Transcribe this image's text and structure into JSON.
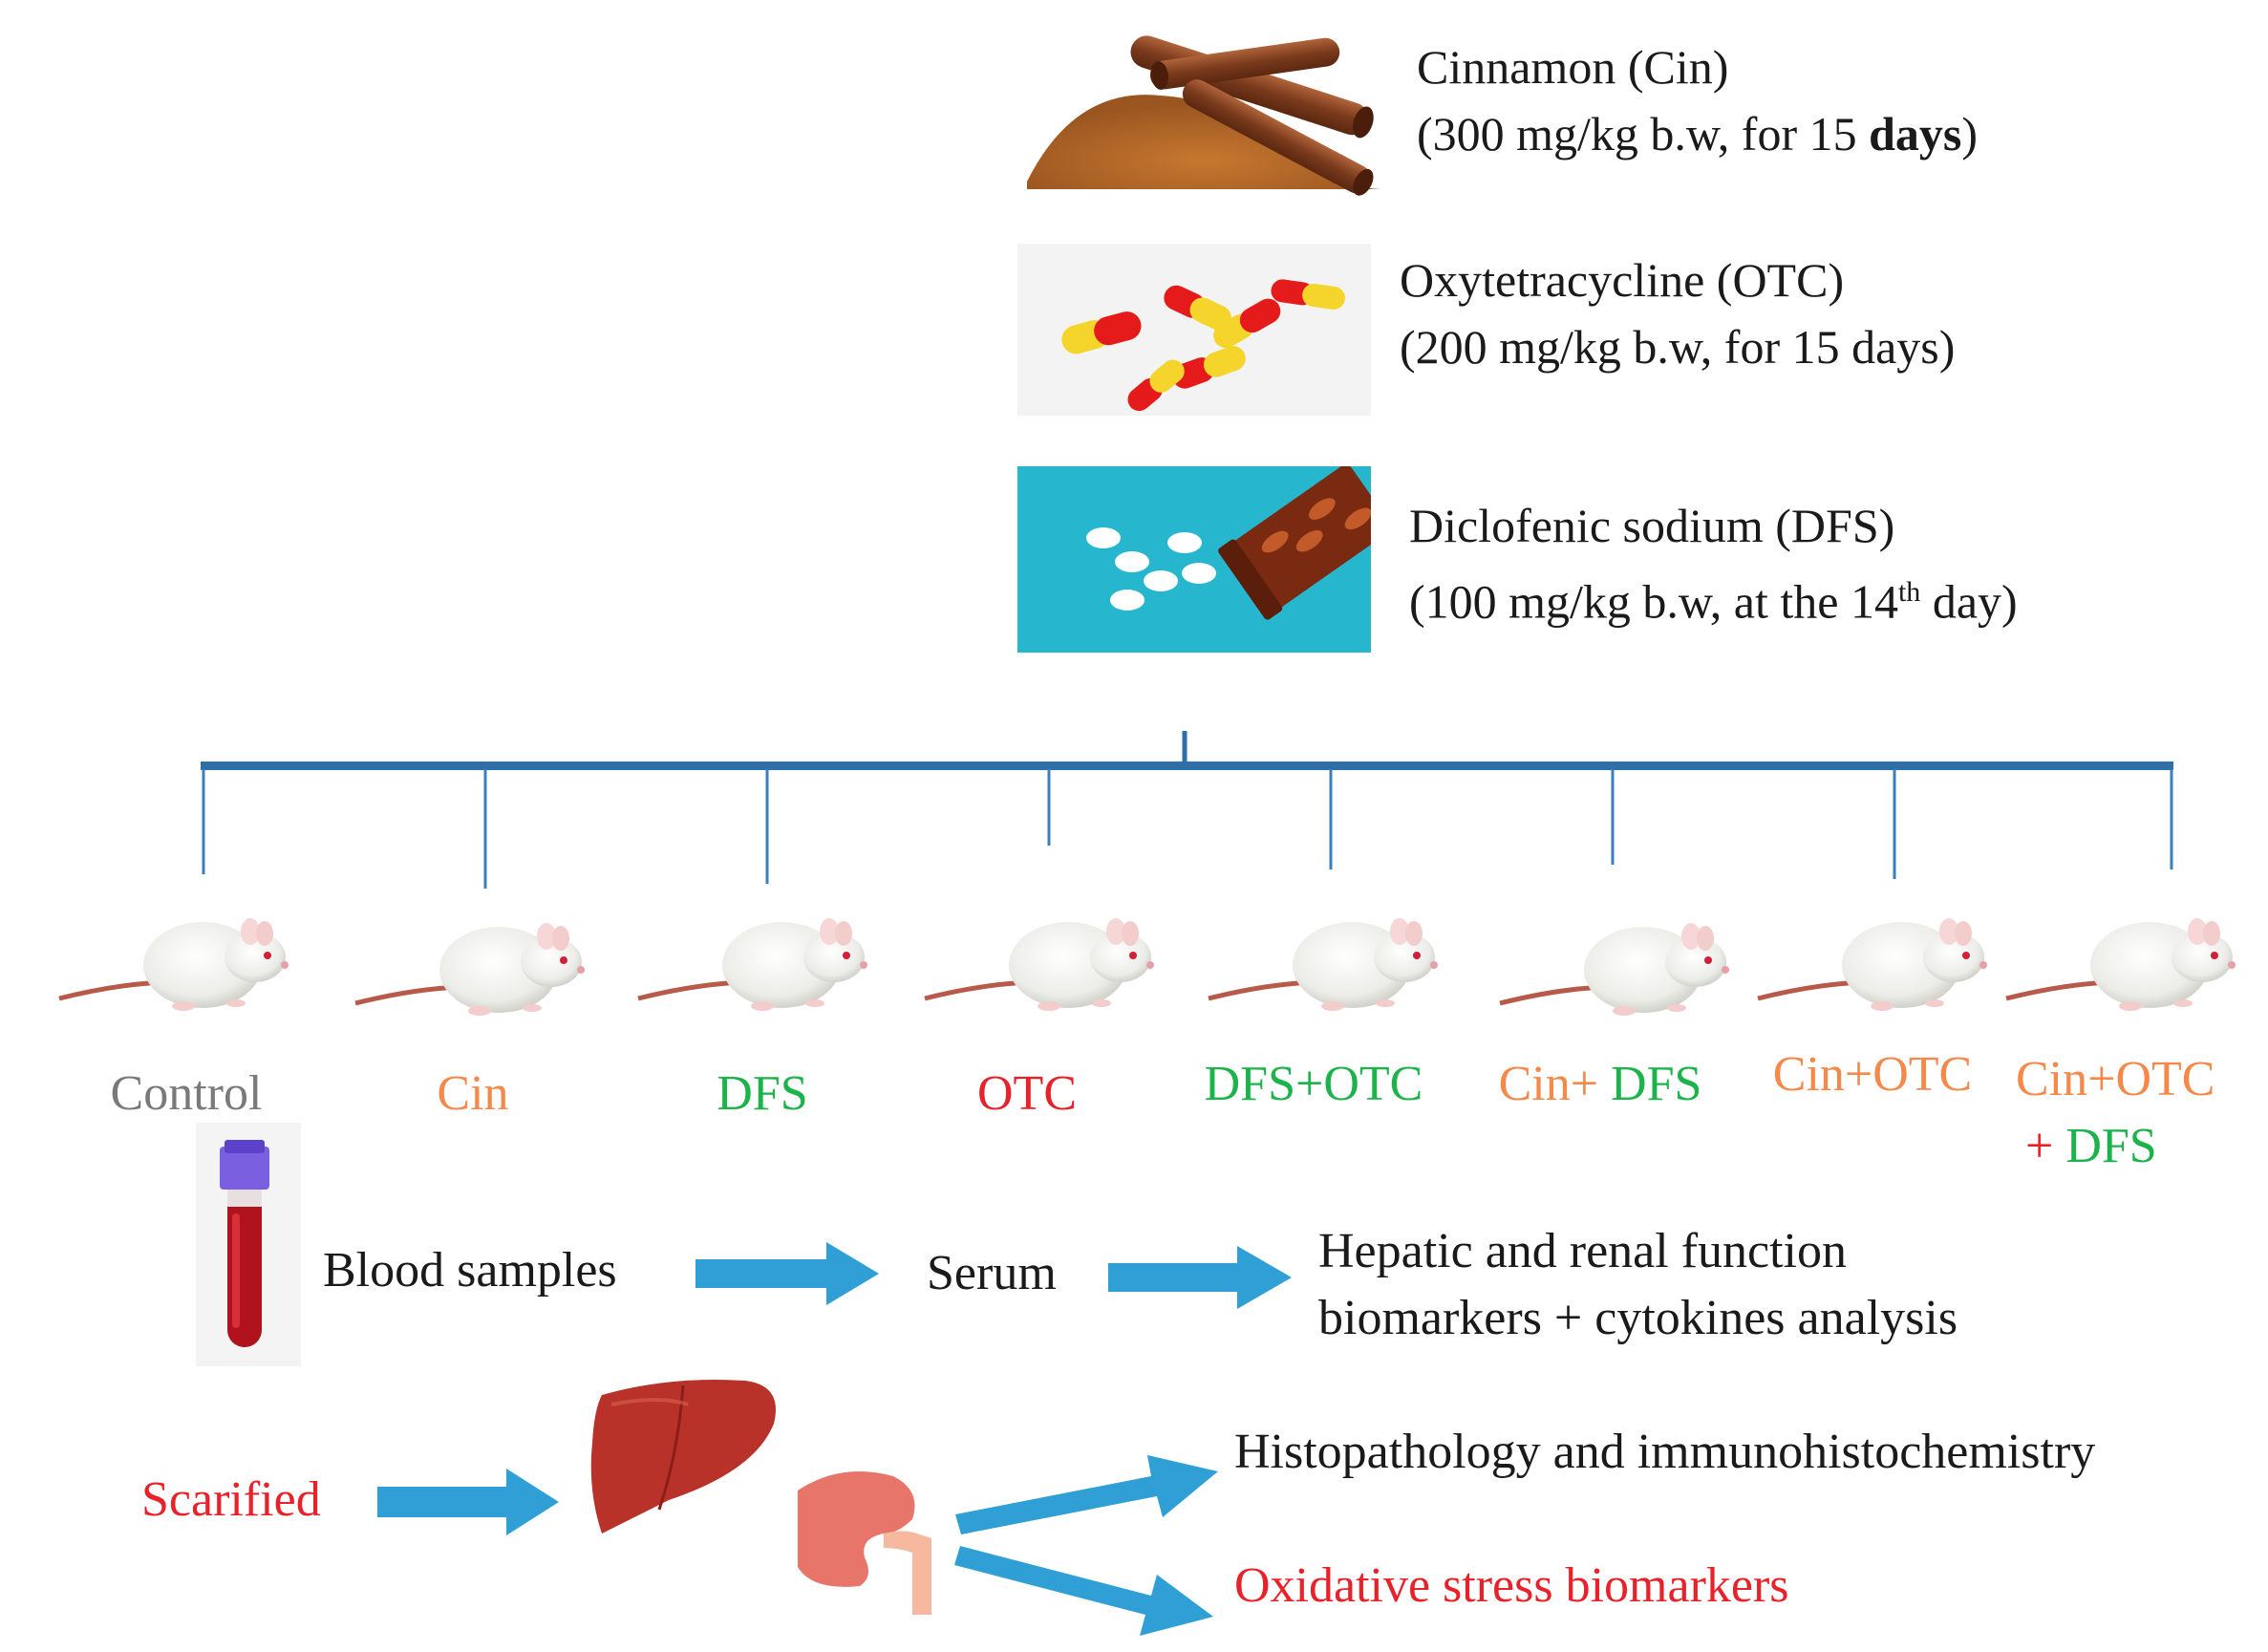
{
  "treatments": [
    {
      "name": "Cinnamon (Cin)",
      "dose_prefix": " (300 mg/kg b.w, for 15 ",
      "dose_bold": "days",
      "dose_suffix": ")"
    },
    {
      "name": "Oxytetracycline (OTC)",
      "dose": "(200 mg/kg b.w,  for 15 days)"
    },
    {
      "name": "Diclofenic sodium (DFS)",
      "dose_prefix": "(100 mg/kg b.w, at the 14",
      "dose_sup": "th",
      "dose_suffix": " day)"
    }
  ],
  "groups": {
    "control": "Control",
    "cin": "Cin",
    "dfs": "DFS",
    "otc": "OTC",
    "dfs_otc": {
      "part1": "DFS",
      "part2": "+OTC"
    },
    "cin_dfs": {
      "part1": "Cin+",
      "part2": " DFS"
    },
    "cin_otc": "Cin+OTC",
    "cin_otc_dfs": {
      "line1": "Cin+OTC",
      "line2_plus": "+ ",
      "line2_dfs": "DFS"
    }
  },
  "blood_flow": {
    "sample": "Blood samples",
    "serum": "Serum",
    "result_line1": "Hepatic and renal function",
    "result_line2": "biomarkers + cytokines analysis"
  },
  "tissue_flow": {
    "start": "Scarified",
    "result1": "Histopathology and immunohistochemistry",
    "result2": "Oxidative stress biomarkers"
  },
  "colors": {
    "arrow": "#2f9fd6",
    "bracket": "#2e6fa8",
    "gray": "#7a7a7a",
    "orange": "#f4894a",
    "green": "#1bb34a",
    "red": "#e8222a"
  }
}
